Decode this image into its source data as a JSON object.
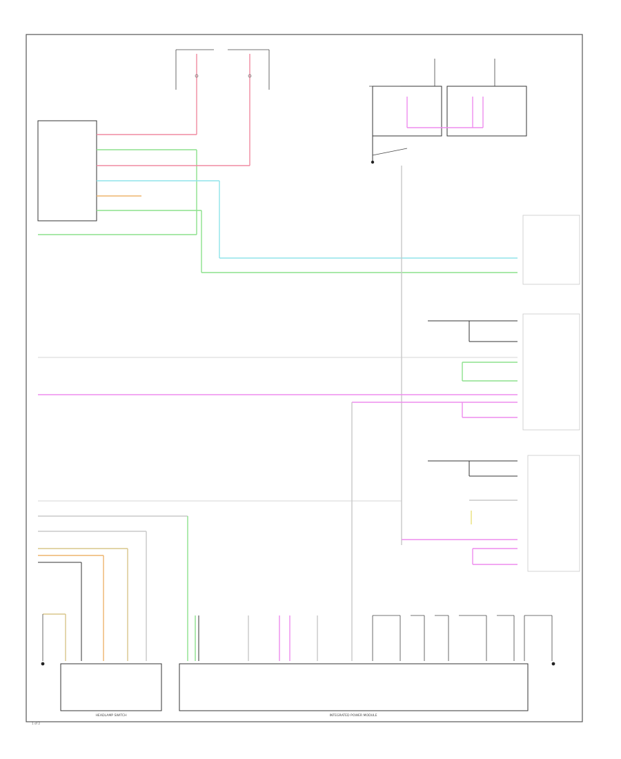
{
  "diagram": {
    "bottom_labels": {
      "left_module": "HEADLAMP SWITCH",
      "right_module": "INTEGRATED POWER MODULE",
      "corner_tag": "1 of 2"
    },
    "colors": {
      "red": "#f08aa0",
      "green": "#8be08b",
      "cyan": "#8fe3ea",
      "pink": "#ee8cee",
      "orange": "#eeb36c",
      "tan": "#d9c58a",
      "grey": "#c8c8c8",
      "black": "#333333",
      "yellow": "#e9e27a"
    }
  }
}
